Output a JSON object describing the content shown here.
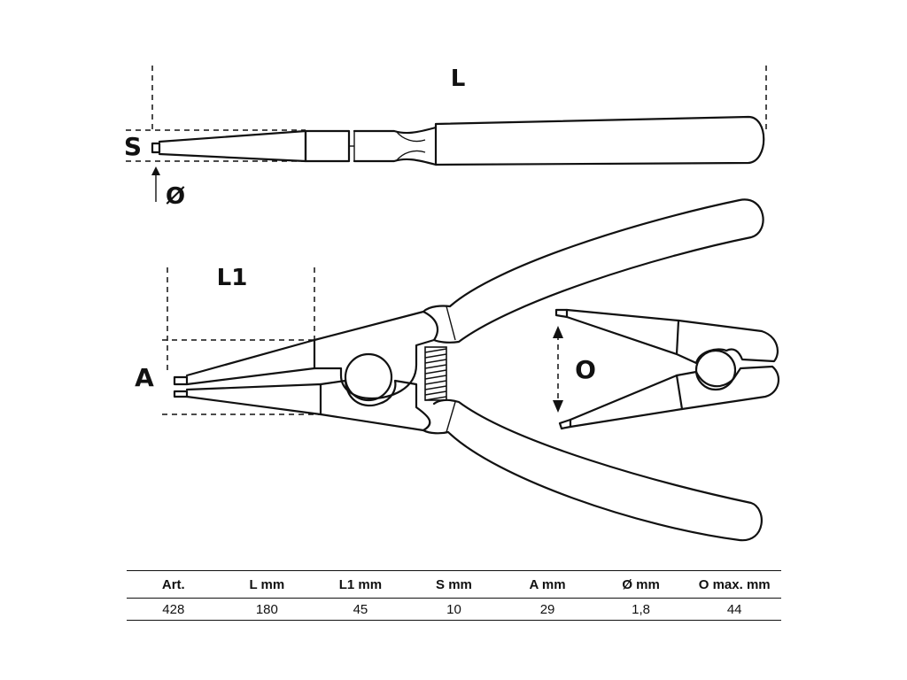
{
  "dimension_labels": {
    "L": "L",
    "S": "S",
    "diameter": "Ø",
    "L1": "L1",
    "A": "A",
    "O": "O"
  },
  "table": {
    "headers": [
      "Art.",
      "L  mm",
      "L1  mm",
      "S  mm",
      "A  mm",
      "Ø  mm",
      "O  max. mm"
    ],
    "row": [
      "428",
      "180",
      "45",
      "10",
      "29",
      "1,8",
      "44"
    ]
  },
  "colors": {
    "line": "#111111",
    "background": "#ffffff"
  }
}
